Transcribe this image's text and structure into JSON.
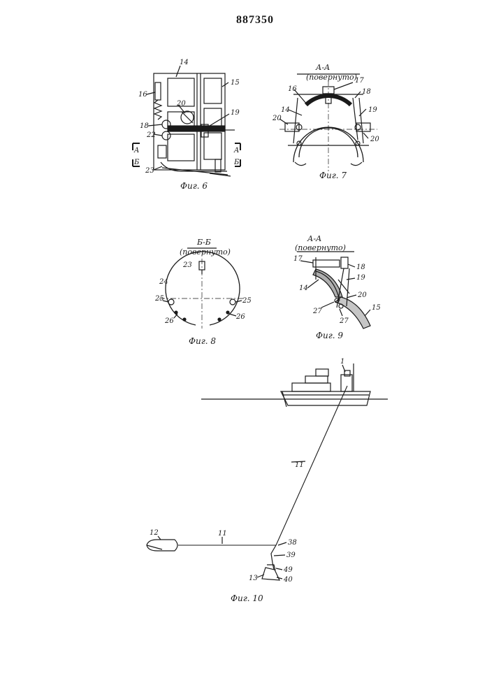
{
  "page": {
    "patent_number": "887350"
  },
  "fig6": {
    "caption": "Фиг. 6",
    "labels": [
      "14",
      "15",
      "16",
      "20",
      "19",
      "18",
      "22",
      "23"
    ],
    "section_marks": {
      "left_top": "A",
      "left_bottom": "Б",
      "right_top": "A",
      "right_bottom": "Б"
    }
  },
  "fig7": {
    "caption": "Фиг. 7",
    "section_title": "А-А",
    "section_note": "(повернуто)",
    "labels": [
      "16",
      "17",
      "18",
      "19",
      "14",
      "20",
      "20"
    ]
  },
  "fig8": {
    "caption": "Фиг. 8",
    "section_title": "Б-Б",
    "section_note": "(повернуто)",
    "labels": [
      "23",
      "24",
      "25",
      "25",
      "26",
      "26"
    ]
  },
  "fig9": {
    "caption": "Фиг. 9",
    "section_title": "А-А",
    "section_note": "(повернуто)",
    "labels": [
      "17",
      "18",
      "19",
      "14",
      "20",
      "27",
      "27",
      "15"
    ]
  },
  "fig10": {
    "caption": "Фиг. 10",
    "labels": [
      "1",
      "11",
      "12",
      "11",
      "38",
      "39",
      "49",
      "40",
      "13"
    ]
  },
  "style": {
    "ink": "#1a1a1a",
    "paper": "#ffffff"
  }
}
